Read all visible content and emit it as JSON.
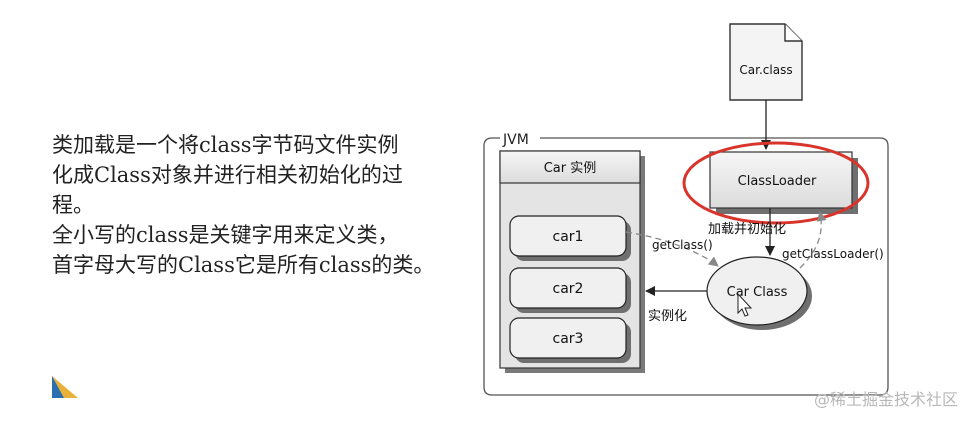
{
  "description_lines": [
    "类加载是一个将class字节码文件实例",
    "化成Class对象并进行相关初始化的过",
    "程。",
    "全小写的class是关键字用来定义类，",
    "首字母大写的Class它是所有class的类。"
  ],
  "diagram": {
    "file_label": "Car.class",
    "jvm_label": "JVM",
    "panel_header": "Car 实例",
    "instances": [
      "car1",
      "car2",
      "car3"
    ],
    "classloader_label": "ClassLoader",
    "carclass_label": "Car Class",
    "load_init_label": "加载并初始化",
    "getclass_label": "getClass()",
    "getclassloader_label": "getClassLoader()",
    "instantiate_label": "实例化",
    "highlight_color": "#d9342b"
  },
  "watermark": "@稀土掘金技术社区"
}
